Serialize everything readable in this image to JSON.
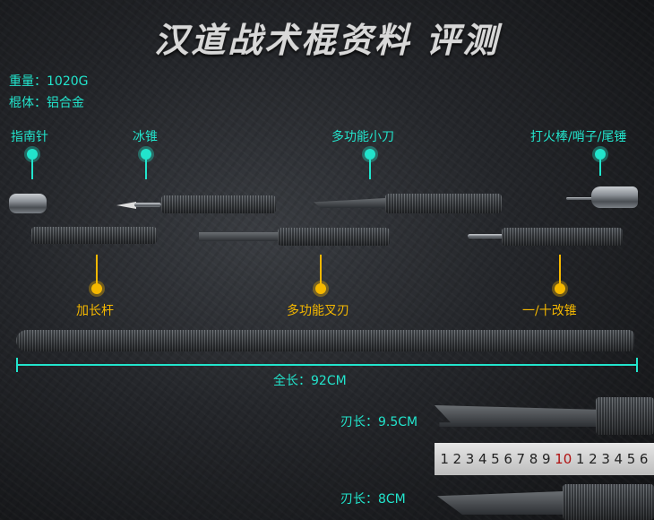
{
  "title": "汉道战术棍资料 评测",
  "specs": {
    "weight": "重量：1020G",
    "body": "棍体：铝合金"
  },
  "top_labels": [
    "指南针",
    "冰锥",
    "多功能小刀",
    "打火棒/哨子/尾锤"
  ],
  "bottom_labels": [
    "加长杆",
    "多功能叉刃",
    "一/十改锥"
  ],
  "total_length": "全长：92CM",
  "blade1": "刃长：9.5CM",
  "blade2": "刃长：8CM",
  "ruler_ticks": [
    "1",
    "2",
    "3",
    "4",
    "5",
    "6",
    "7",
    "8",
    "9",
    "10",
    "1",
    "2",
    "3",
    "4",
    "5",
    "6"
  ],
  "colors": {
    "cyan": "#22e4cc",
    "yellow": "#f5b800"
  }
}
